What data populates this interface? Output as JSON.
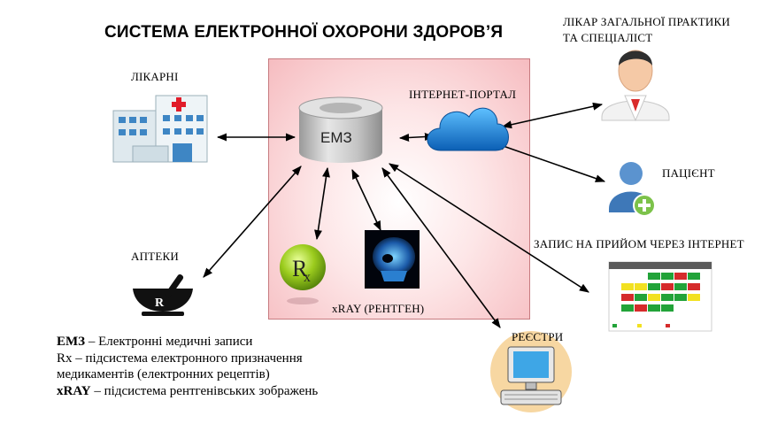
{
  "title": "СИСТЕМА ЕЛЕКТРОННОЇ ОХОРОНИ ЗДОРОВ’Я",
  "core": {
    "label": "ЕМЗ"
  },
  "nodes": {
    "hospitals": "ЛІКАРНІ",
    "portal": "ІНТЕРНЕТ-ПОРТАЛ",
    "doctor_line1": "ЛІКАР ЗАГАЛЬНОЇ ПРАКТИКИ",
    "doctor_line2": "ТА СПЕЦІАЛІСТ",
    "patient": "ПАЦІЄНТ",
    "pharmacies": "АПТЕКИ",
    "xray": "xRAY (РЕНТГЕН)",
    "appointment": "ЗАПИС НА ПРИЙОМ ЧЕРЕЗ ІНТЕРНЕТ",
    "registries": "РЕЄСТРИ"
  },
  "legend": [
    {
      "term": "ЕМЗ",
      "text": " – Електронні медичні записи"
    },
    {
      "term": "",
      "text": "Rx – підсистема електронного призначення"
    },
    {
      "term": "",
      "text": "медикаментів (електронних рецептів)"
    },
    {
      "term": "xRAY",
      "text": " – підсистема рентгенівських зображень"
    }
  ],
  "colors": {
    "box_fill": "#f6bcc0",
    "cloud": "#1a7fd4",
    "rx_green": "#8fc21a",
    "cylinder": "#c9c9c9",
    "arrow": "#000000"
  },
  "icons": [
    "hospital-icon",
    "database-cylinder-icon",
    "cloud-icon",
    "doctor-icon",
    "patient-icon",
    "mortar-pestle-icon",
    "rx-ball-icon",
    "xray-skull-icon",
    "calendar-schedule-icon",
    "computer-icon"
  ]
}
